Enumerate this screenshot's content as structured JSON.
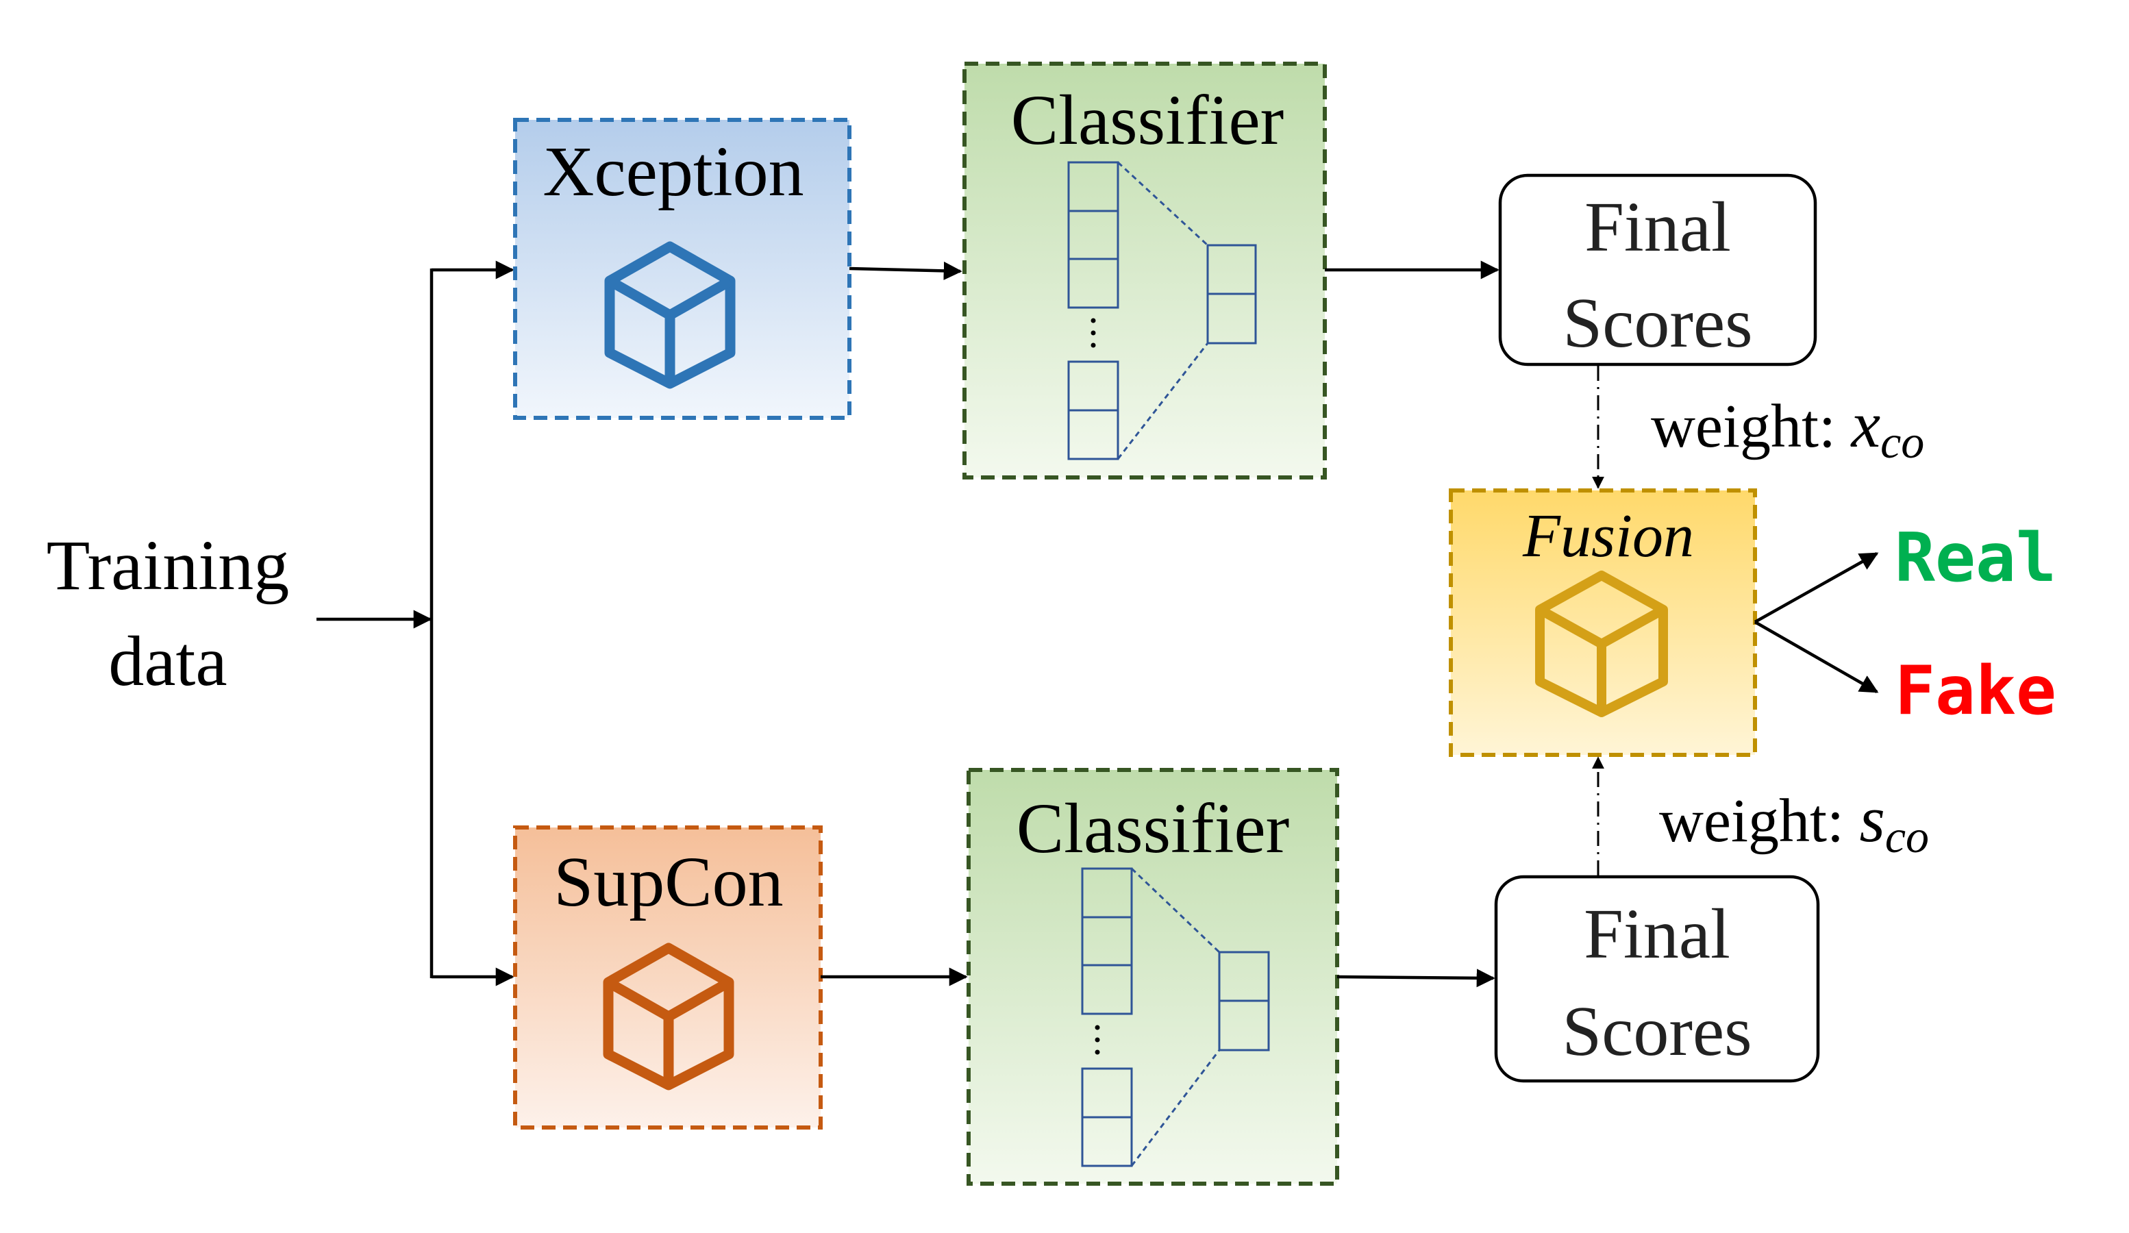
{
  "input": {
    "line1": "Training",
    "line2": "data"
  },
  "branches": {
    "top": {
      "model_label": "Xception",
      "classifier_label": "Classifier",
      "scores_line1": "Final",
      "scores_line2": "Scores",
      "weight_prefix": "weight: ",
      "weight_var": "x",
      "weight_sub": "co"
    },
    "bottom": {
      "model_label": "SupCon",
      "classifier_label": "Classifier",
      "scores_line1": "Final",
      "scores_line2": "Scores",
      "weight_prefix": "weight: ",
      "weight_var": "s",
      "weight_sub": "co"
    }
  },
  "fusion": {
    "label": "Fusion"
  },
  "outputs": {
    "real": "Real",
    "fake": "Fake"
  },
  "colors": {
    "xception": "#2e75b6",
    "supcon": "#c55a11",
    "fusion": "#bf9000",
    "classifier_border": "#375623",
    "real": "#00b050",
    "fake": "#ff0000"
  },
  "icons": {
    "model": "cube-icon"
  }
}
